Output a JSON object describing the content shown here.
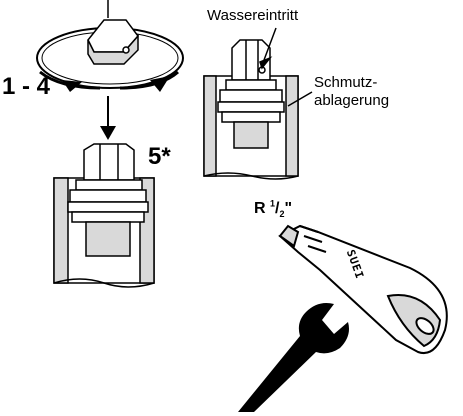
{
  "labels": {
    "water_inlet": "Wassereintritt",
    "dirt_line1": "Schmutz-",
    "dirt_line2": "ablagerung",
    "steps": "1 - 4",
    "step5": "5*",
    "thread_prefix": "R ",
    "thread_num": "1",
    "thread_den": "2",
    "thread_suffix": "\"",
    "brand_mark": "SUEI"
  },
  "icons": {
    "rotation": "rotation-arrow-icon",
    "down_arrow": "down-arrow-icon",
    "valve_cartridge": "valve-cartridge-icon",
    "spray_tool": "cleaning-nozzle-icon",
    "wrench": "wrench-icon"
  },
  "colors": {
    "line": "#000000",
    "background": "#ffffff",
    "shade": "#d9d9d9"
  }
}
